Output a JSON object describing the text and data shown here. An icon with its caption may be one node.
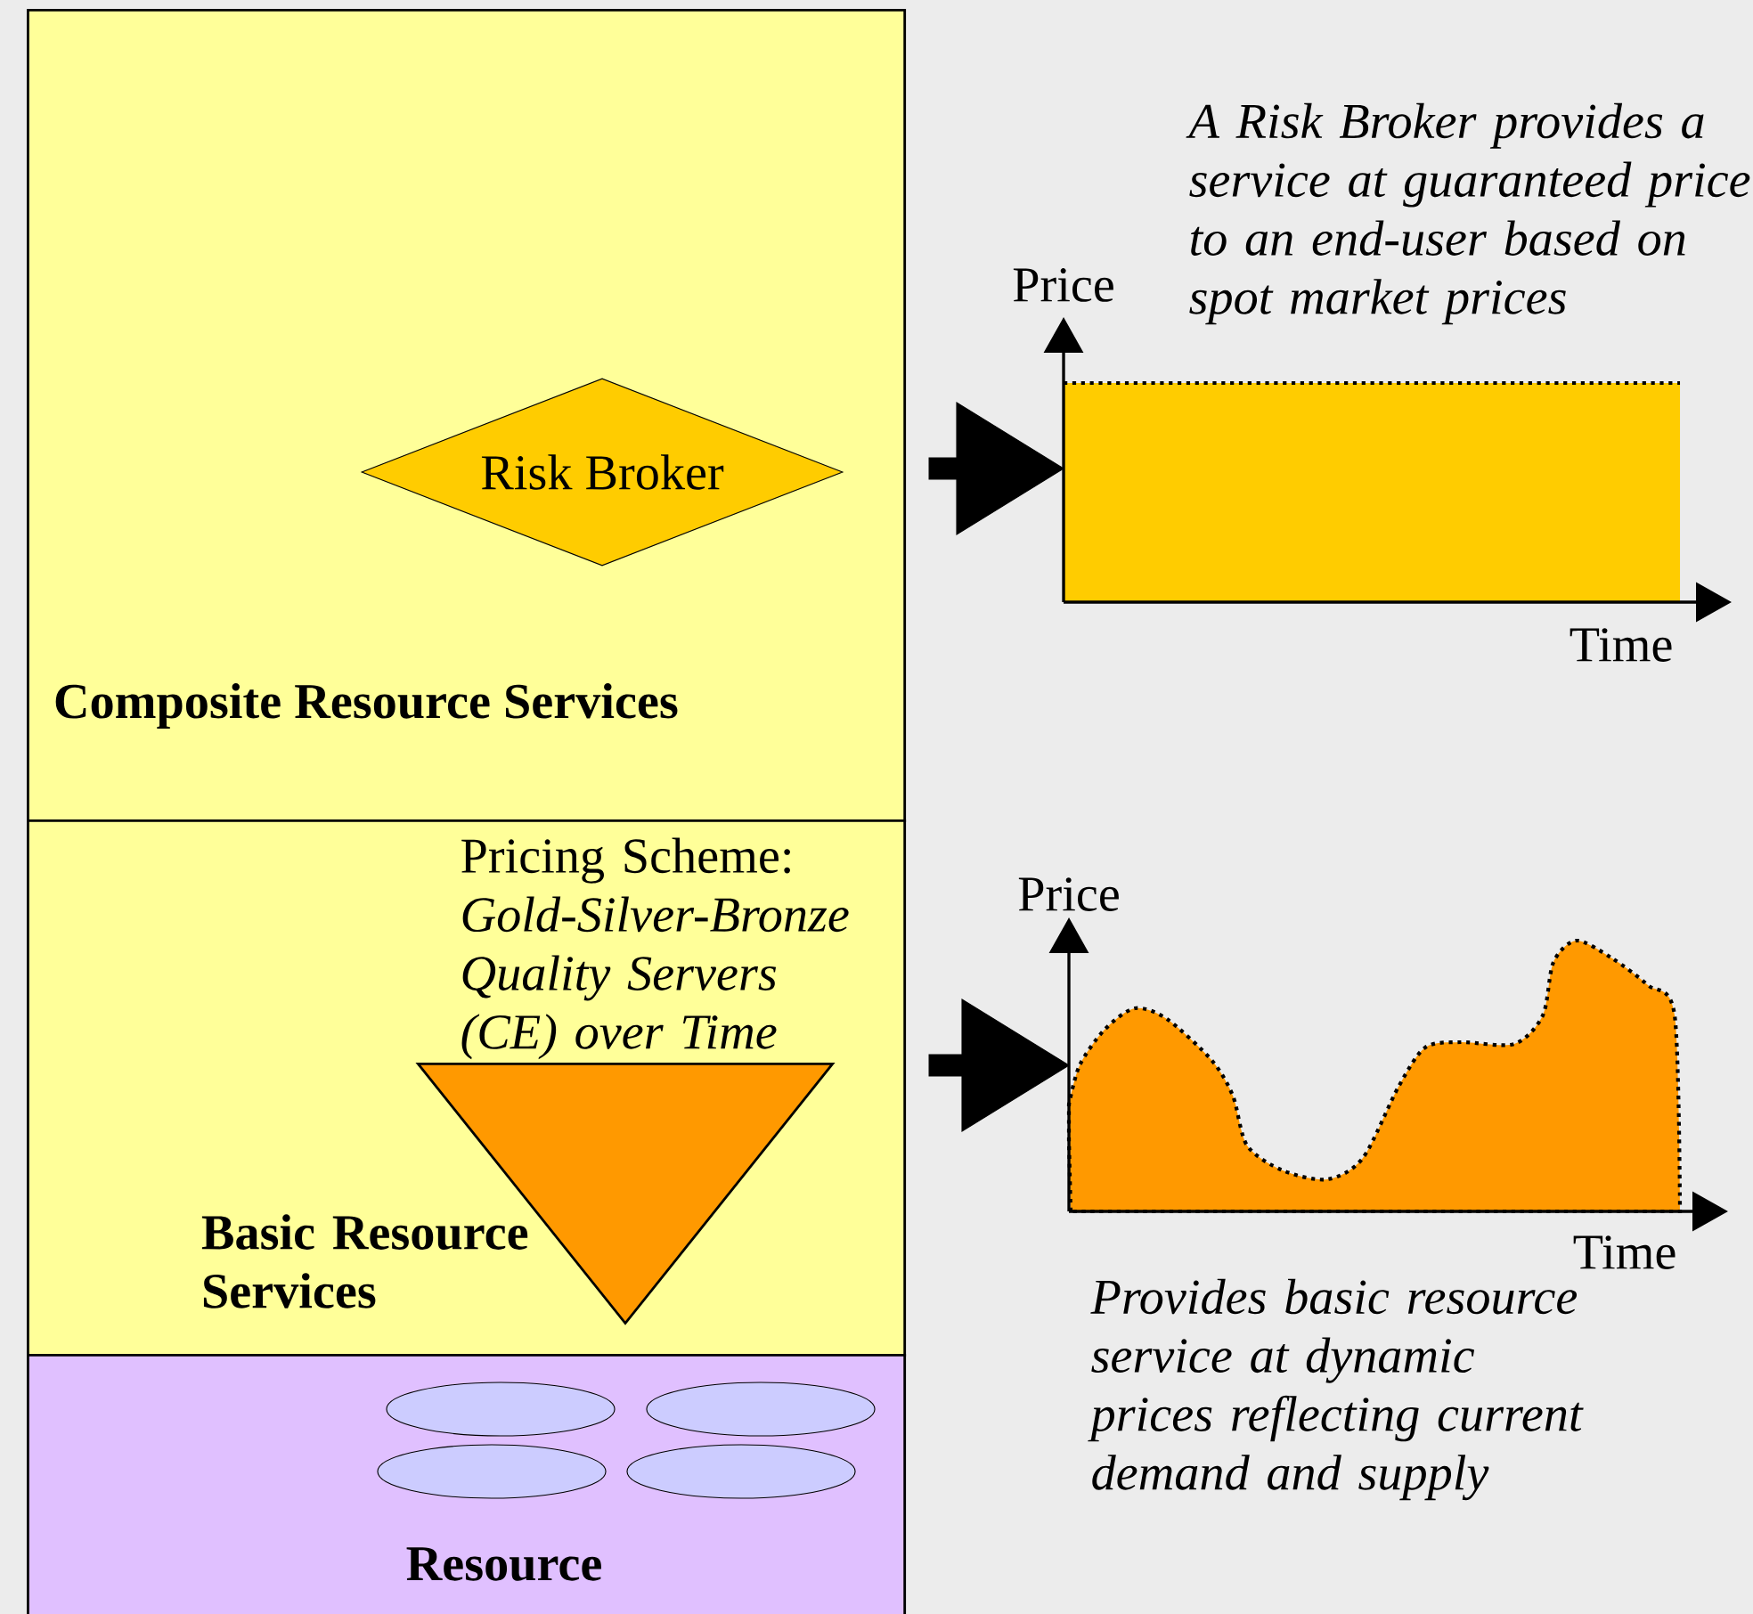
{
  "diagram": {
    "nodes": [
      {
        "text": [
          "Composite Resource Services"
        ]
      },
      {
        "text": [
          "Risk Broker"
        ],
        "in": 0
      },
      {
        "text": [
          "Basic Resource Services"
        ]
      },
      {
        "text": [
          "Pricing Scheme:",
          "Gold-Silver-Bronze Quality Servers (CE) over Time"
        ],
        "in": 2
      },
      {
        "text": [
          "Resource"
        ]
      },
      {
        "text": [],
        "shape": "ellipse",
        "in": 4
      },
      {
        "text": [],
        "shape": "ellipse",
        "in": 4
      },
      {
        "text": [],
        "shape": "ellipse",
        "in": 4
      },
      {
        "text": [],
        "shape": "ellipse",
        "in": 4
      },
      {
        "text": [
          "Price",
          "Time"
        ],
        "beside": [
          "A Risk Broker provides a service at guaranteed price to an end-user based on spot market prices"
        ]
      },
      {
        "text": [
          "Price",
          "Time"
        ],
        "beside": [
          "Provides basic resource service at dynamic prices reflecting current demand and supply"
        ]
      }
    ],
    "edges": [
      {
        "from": 0,
        "to": 9,
        "arrow": "to"
      },
      {
        "from": 2,
        "to": 10,
        "arrow": "to"
      }
    ]
  }
}
